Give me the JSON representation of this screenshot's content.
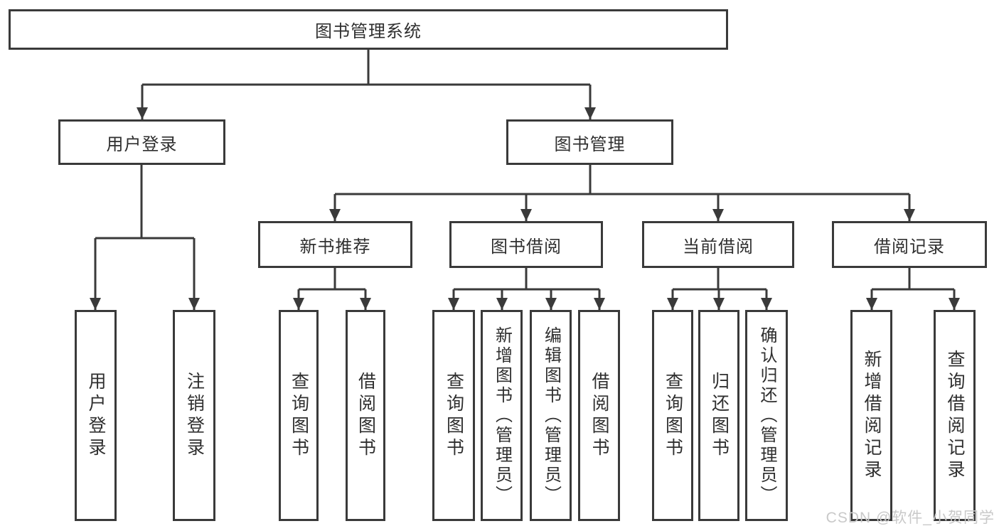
{
  "tree": {
    "label": "图书管理系统",
    "children": [
      {
        "label": "用户登录",
        "children": [
          {
            "label": "用户登录"
          },
          {
            "label": "注销登录"
          }
        ]
      },
      {
        "label": "图书管理",
        "children": [
          {
            "label": "新书推荐",
            "children": [
              {
                "label": "查询图书"
              },
              {
                "label": "借阅图书"
              }
            ]
          },
          {
            "label": "图书借阅",
            "children": [
              {
                "label": "查询图书"
              },
              {
                "label": "新增图书（管理员）"
              },
              {
                "label": "编辑图书（管理员）"
              },
              {
                "label": "借阅图书"
              }
            ]
          },
          {
            "label": "当前借阅",
            "children": [
              {
                "label": "查询图书"
              },
              {
                "label": "归还图书"
              },
              {
                "label": "确认归还（管理员）"
              }
            ]
          },
          {
            "label": "借阅记录",
            "children": [
              {
                "label": "新增借阅记录"
              },
              {
                "label": "查询借阅记录"
              }
            ]
          }
        ]
      }
    ]
  },
  "watermark": "CSDN @软件_小贺同学",
  "colors": {
    "line": "#3a3a3a",
    "text": "#2f2f2f",
    "background": "#ffffff",
    "watermark_text": "#c9c9c9"
  }
}
